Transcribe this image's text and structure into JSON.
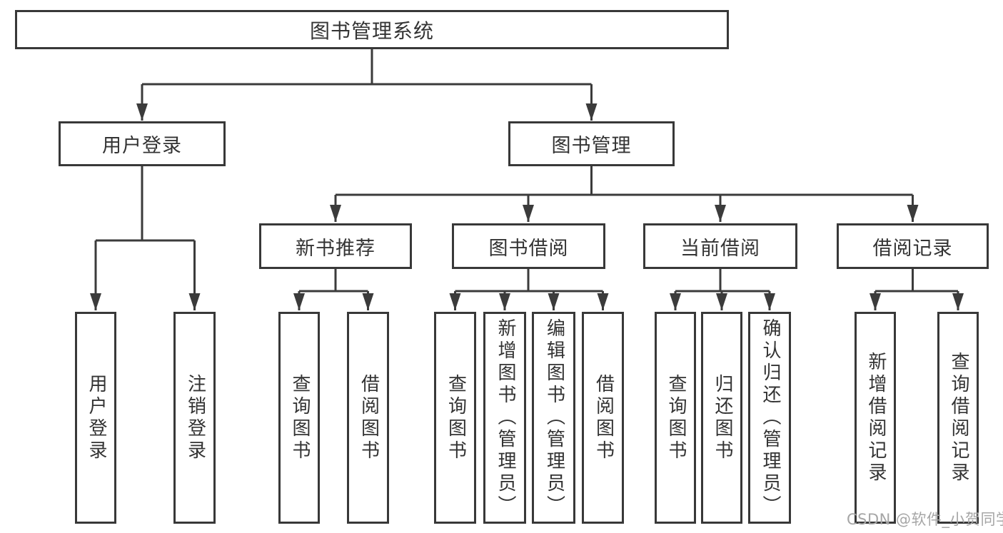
{
  "tree": {
    "label": "图书管理系统",
    "children": [
      {
        "label": "用户登录",
        "children": [
          {
            "label": "用户登录"
          },
          {
            "label": "注销登录"
          }
        ]
      },
      {
        "label": "图书管理",
        "children": [
          {
            "label": "新书推荐",
            "children": [
              {
                "label": "查询图书"
              },
              {
                "label": "借阅图书"
              }
            ]
          },
          {
            "label": "图书借阅",
            "children": [
              {
                "label": "查询图书"
              },
              {
                "label": "新增图书（管理员）"
              },
              {
                "label": "编辑图书（管理员）"
              },
              {
                "label": "借阅图书"
              }
            ]
          },
          {
            "label": "当前借阅",
            "children": [
              {
                "label": "查询图书"
              },
              {
                "label": "归还图书"
              },
              {
                "label": "确认归还（管理员）"
              }
            ]
          },
          {
            "label": "借阅记录",
            "children": [
              {
                "label": "新增借阅记录"
              },
              {
                "label": "查询借阅记录"
              }
            ]
          }
        ]
      }
    ]
  },
  "watermark": {
    "text": "CSDN @软件_小贺同学"
  },
  "colors": {
    "line": "#3b3b3b",
    "box_border": "#383838",
    "text": "#333333",
    "watermark": "#a6a6a6",
    "background": "#ffffff"
  }
}
